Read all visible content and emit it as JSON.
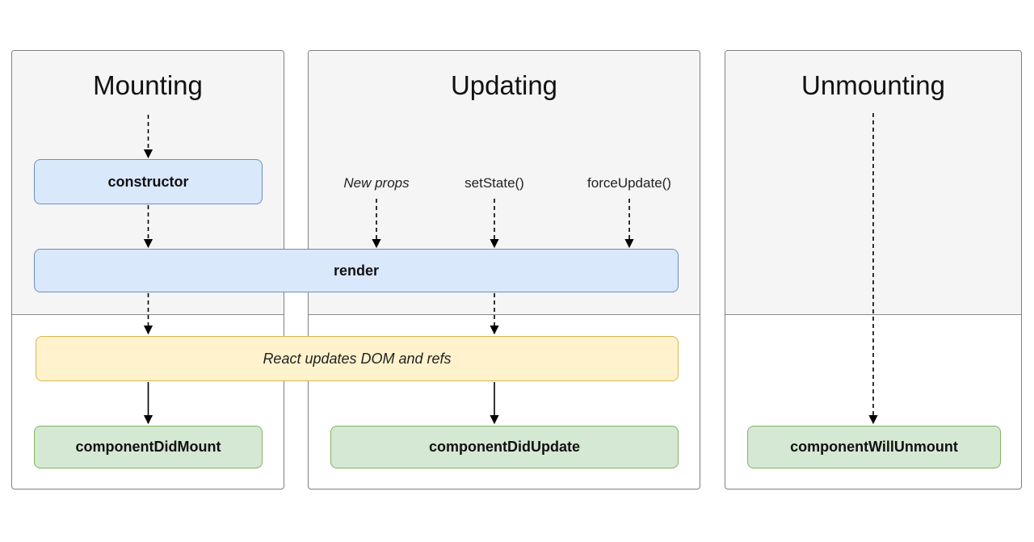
{
  "columns": {
    "mounting": {
      "title": "Mounting"
    },
    "updating": {
      "title": "Updating",
      "triggers": {
        "new_props": "New props",
        "set_state": "setState()",
        "force_update": "forceUpdate()"
      }
    },
    "unmounting": {
      "title": "Unmounting"
    }
  },
  "boxes": {
    "constructor": "constructor",
    "render": "render",
    "react_updates": "React updates DOM and refs",
    "component_did_mount": "componentDidMount",
    "component_did_update": "componentDidUpdate",
    "component_will_unmount": "componentWillUnmount"
  },
  "colors": {
    "lifecycle_box_fill": "#dae8fc",
    "lifecycle_box_border": "#6c8ebf",
    "side_effect_box_fill": "#fff2cc",
    "side_effect_box_border": "#d6b656",
    "commit_box_fill": "#d5e8d4",
    "commit_box_border": "#82b366",
    "panel_fill_top": "#f5f5f5",
    "panel_fill_bottom": "#ffffff",
    "panel_border": "#7f7f7f",
    "arrow": "#000000"
  }
}
